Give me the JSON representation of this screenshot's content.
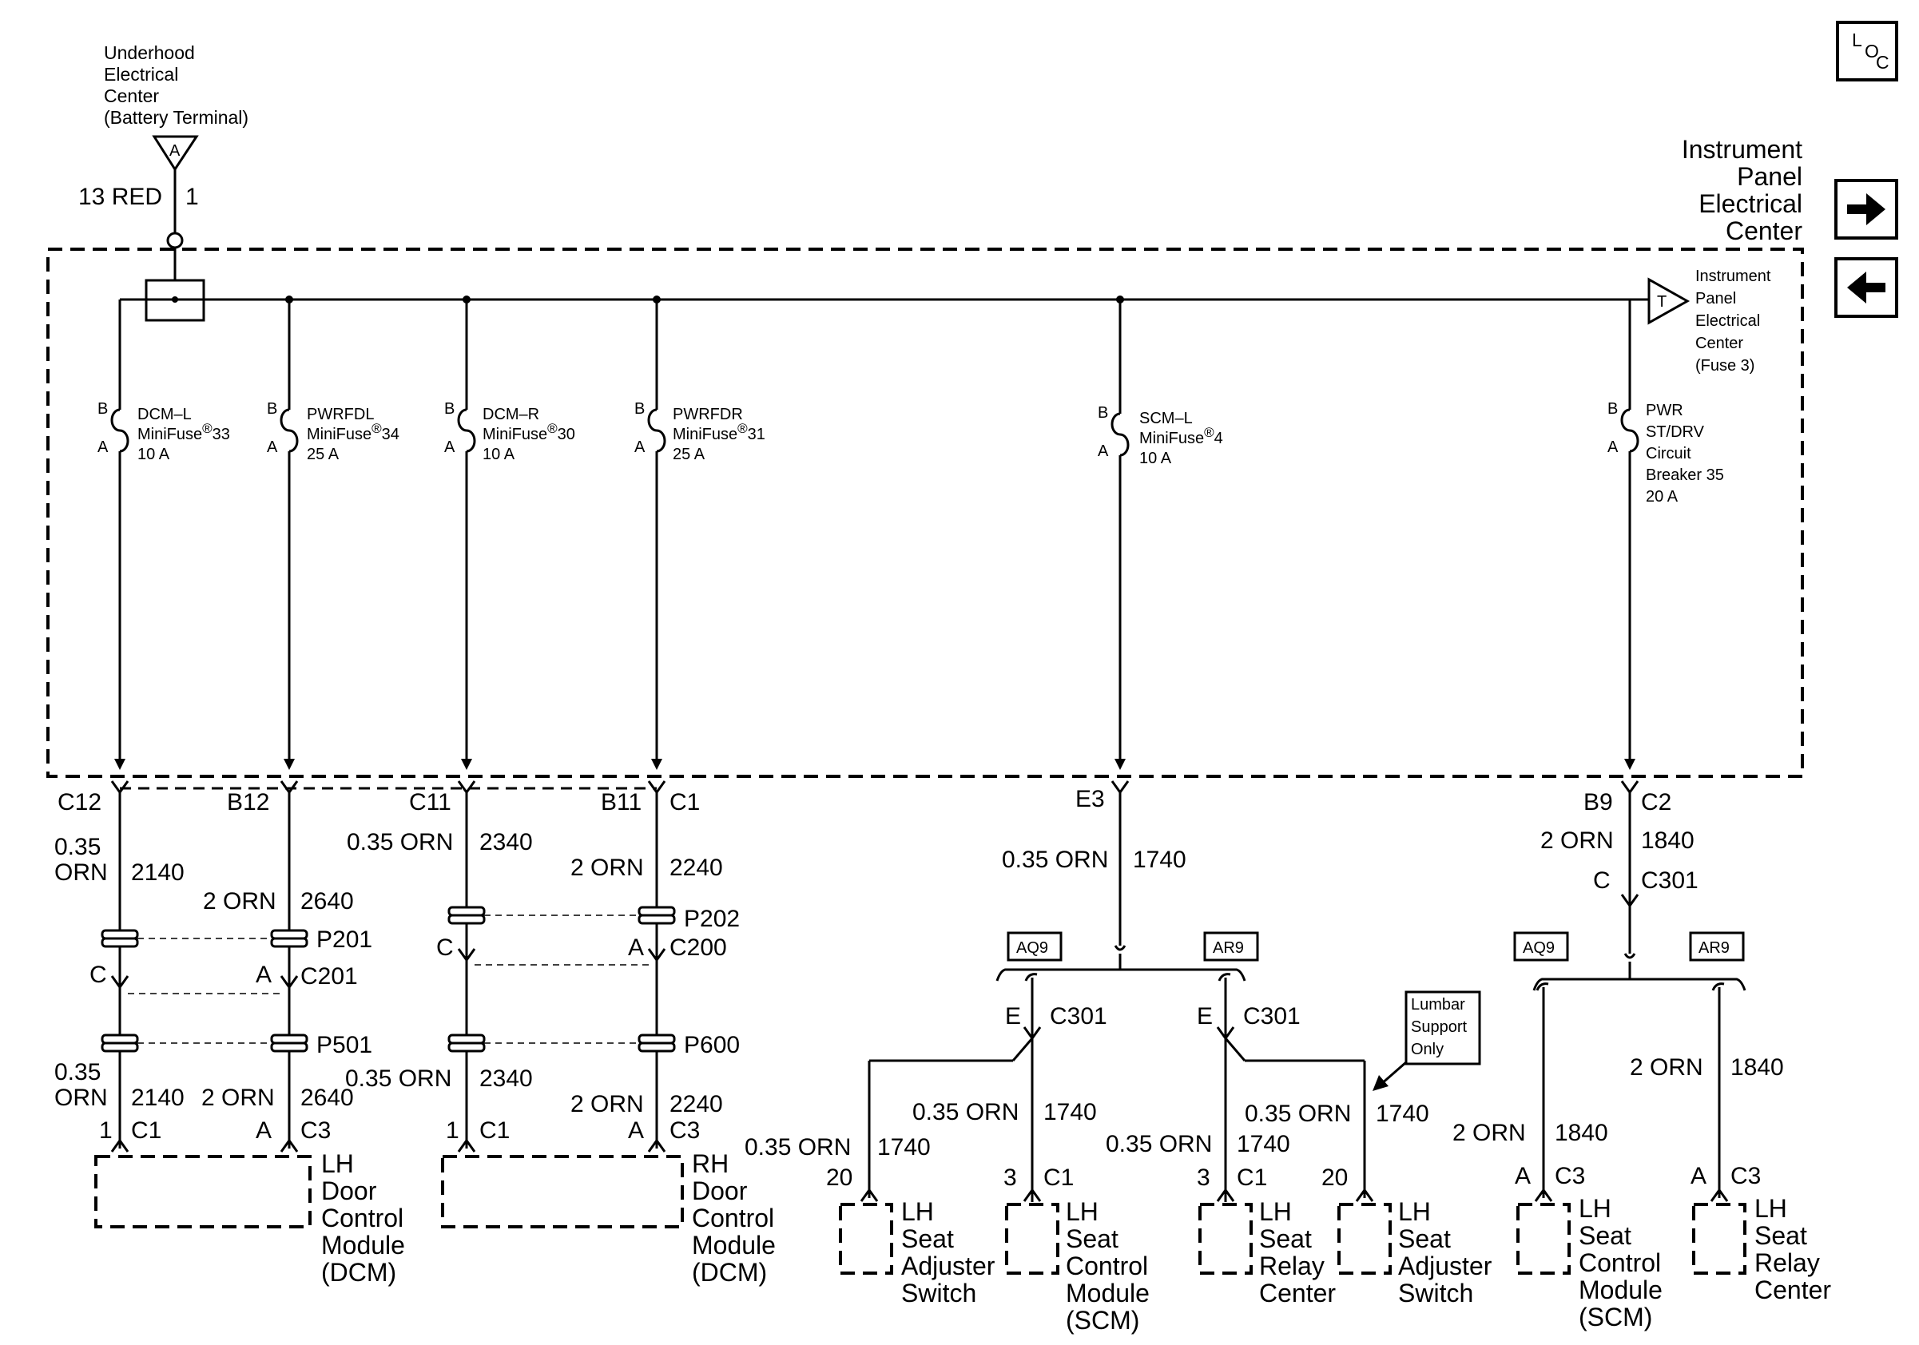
{
  "source": {
    "name": [
      "Underhood",
      "Electrical",
      "Center",
      "(Battery Terminal)"
    ],
    "terminal": "A",
    "wire": "13 RED",
    "circuit": "1"
  },
  "ipec": {
    "title": [
      "Instrument",
      "Panel",
      "Electrical",
      "Center"
    ],
    "ref": [
      "Instrument",
      "Panel",
      "Electrical",
      "Center",
      "(Fuse 3)"
    ],
    "ref_terminal": "T"
  },
  "nav": {
    "loc_l": "L",
    "loc_o": "O",
    "loc_c": "C"
  },
  "fuses": [
    {
      "b": "B",
      "a": "A",
      "lines": [
        "DCM–L",
        "MiniFuse",
        "10 A"
      ],
      "reg": "®",
      "num": "33"
    },
    {
      "b": "B",
      "a": "A",
      "lines": [
        "PWRFDL",
        "MiniFuse",
        "25 A"
      ],
      "reg": "®",
      "num": "34"
    },
    {
      "b": "B",
      "a": "A",
      "lines": [
        "DCM–R",
        "MiniFuse",
        "10 A"
      ],
      "reg": "®",
      "num": "30"
    },
    {
      "b": "B",
      "a": "A",
      "lines": [
        "PWRFDR",
        "MiniFuse",
        "25 A"
      ],
      "reg": "®",
      "num": "31"
    },
    {
      "b": "B",
      "a": "A",
      "lines": [
        "SCM–L",
        "MiniFuse",
        "10 A"
      ],
      "reg": "®",
      "num": "4"
    },
    {
      "b": "B",
      "a": "A",
      "lines": [
        "PWR",
        "ST/DRV",
        "Circuit",
        "Breaker 35",
        "20 A"
      ]
    }
  ],
  "ipec_pins": [
    "C12",
    "B12",
    "C11",
    "B11",
    "C1",
    "E3",
    "B9",
    "C2"
  ],
  "wires": {
    "w2140": [
      "0.35",
      "ORN",
      "2140"
    ],
    "w2640": [
      "2 ORN",
      "2640"
    ],
    "w2340": [
      "0.35 ORN",
      "2340"
    ],
    "w2240": [
      "2 ORN",
      "2240"
    ],
    "w1740": [
      "0.35 ORN",
      "1740"
    ],
    "w1840": [
      "2 ORN",
      "1840"
    ]
  },
  "connectors": {
    "p201": "P201",
    "c201": "C201",
    "c201_c": "C",
    "c201_a": "A",
    "p501": "P501",
    "p202": "P202",
    "c200": "C200",
    "c200_c": "C",
    "c200_a": "A",
    "p600": "P600",
    "c301": "C301",
    "c": "C",
    "e": "E"
  },
  "options": {
    "aq9": "AQ9",
    "ar9": "AR9"
  },
  "lumbar": [
    "Lumbar",
    "Support",
    "Only"
  ],
  "terminals": {
    "t1": "1",
    "tA": "A",
    "c1": "C1",
    "c3": "C3",
    "t3": "3",
    "t20": "20"
  },
  "components": {
    "lh_dcm": [
      "LH",
      "Door",
      "Control",
      "Module",
      "(DCM)"
    ],
    "rh_dcm": [
      "RH",
      "Door",
      "Control",
      "Module",
      "(DCM)"
    ],
    "lh_seat_adj": [
      "LH",
      "Seat",
      "Adjuster",
      "Switch"
    ],
    "lh_scm": [
      "LH",
      "Seat",
      "Control",
      "Module",
      "(SCM)"
    ],
    "lh_seat_relay": [
      "LH",
      "Seat",
      "Relay",
      "Center"
    ]
  }
}
